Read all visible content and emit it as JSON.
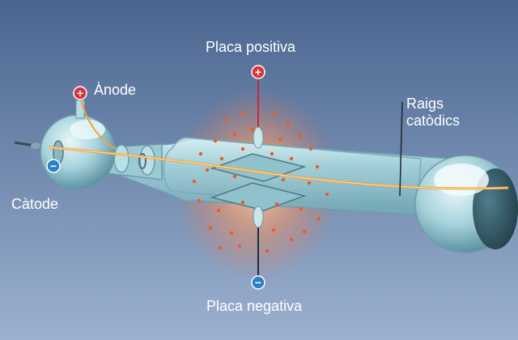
{
  "labels": {
    "positive_plate": "Placa positiva",
    "anode": "Ànode",
    "cathode_rays_line1": "Raigs",
    "cathode_rays_line2": "catòdics",
    "cathode": "Càtode",
    "negative_plate": "Placa negativa"
  },
  "symbols": {
    "plus": "+",
    "minus": "−"
  },
  "colors": {
    "background_top": "#4a6590",
    "background_bottom": "#9cb1cf",
    "glass": "#a9d6df",
    "beam": "#f2a23a",
    "particles": "#ee5a26",
    "positive_terminal": "#d9343a",
    "negative_terminal": "#2e7fc9"
  },
  "icons": [
    "plus-terminal-icon",
    "minus-terminal-icon"
  ]
}
